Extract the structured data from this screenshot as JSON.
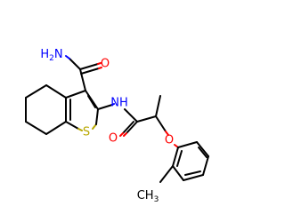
{
  "molecule": {
    "atoms": {
      "amide_n": {
        "label": "H",
        "sub": "2",
        "suffix": "N",
        "color": "#0000ff"
      },
      "carbonyl_o_top": {
        "label": "O",
        "color": "#ff0000"
      },
      "amide_nh": {
        "label": "NH",
        "color": "#0000ff"
      },
      "sulfur": {
        "label": "S",
        "color": "#b8a800"
      },
      "carbonyl_o_bottom": {
        "label": "O",
        "color": "#ff0000"
      },
      "ether_o": {
        "label": "O",
        "color": "#ff0000"
      },
      "methyl": {
        "label": "CH",
        "sub": "3",
        "color": "#000000"
      }
    },
    "colors": {
      "bond": "#000000",
      "oxygen": "#ff0000",
      "nitrogen": "#0000ff",
      "sulfur": "#b8a800"
    }
  }
}
